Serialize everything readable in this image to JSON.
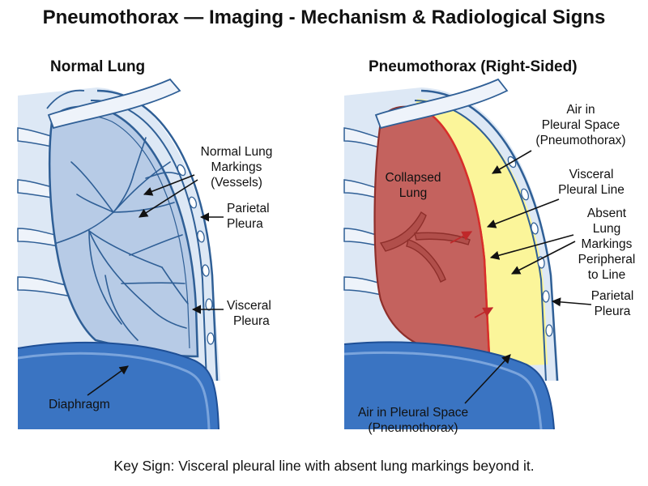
{
  "title": "Pneumothorax — Imaging - Mechanism & Radiological Signs",
  "panels": {
    "normal": {
      "title": "Normal Lung",
      "labels": {
        "markings": [
          "Normal Lung",
          "Markings",
          "(Vessels)"
        ],
        "parietal": [
          "Parietal",
          "Pleura"
        ],
        "visceral": [
          "Visceral",
          "Pleura"
        ],
        "diaphragm": "Diaphragm"
      }
    },
    "pneumothorax": {
      "title": "Pneumothorax (Right-Sided)",
      "labels": {
        "air_top": [
          "Air in",
          "Pleural Space",
          "(Pneumothorax)"
        ],
        "collapsed": [
          "Collapsed",
          "Lung"
        ],
        "visceral_line": [
          "Visceral",
          "Pleural Line"
        ],
        "absent": [
          "Absent",
          "Lung",
          "Markings",
          "Peripheral",
          "to Line"
        ],
        "parietal": [
          "Parietal",
          "Pleura"
        ],
        "air_bottom": [
          "Air in Pleural Space",
          "(Pneumothorax)"
        ]
      }
    }
  },
  "footer": "Key Sign: Visceral pleural line with absent lung markings beyond it.",
  "colors": {
    "lung_normal": "#b7cbe6",
    "lung_collapsed": "#c4625e",
    "air": "#fbf59a",
    "diaphragm": "#3a74c2",
    "bone": "#eef3fa",
    "outline": "#2f5f96"
  }
}
